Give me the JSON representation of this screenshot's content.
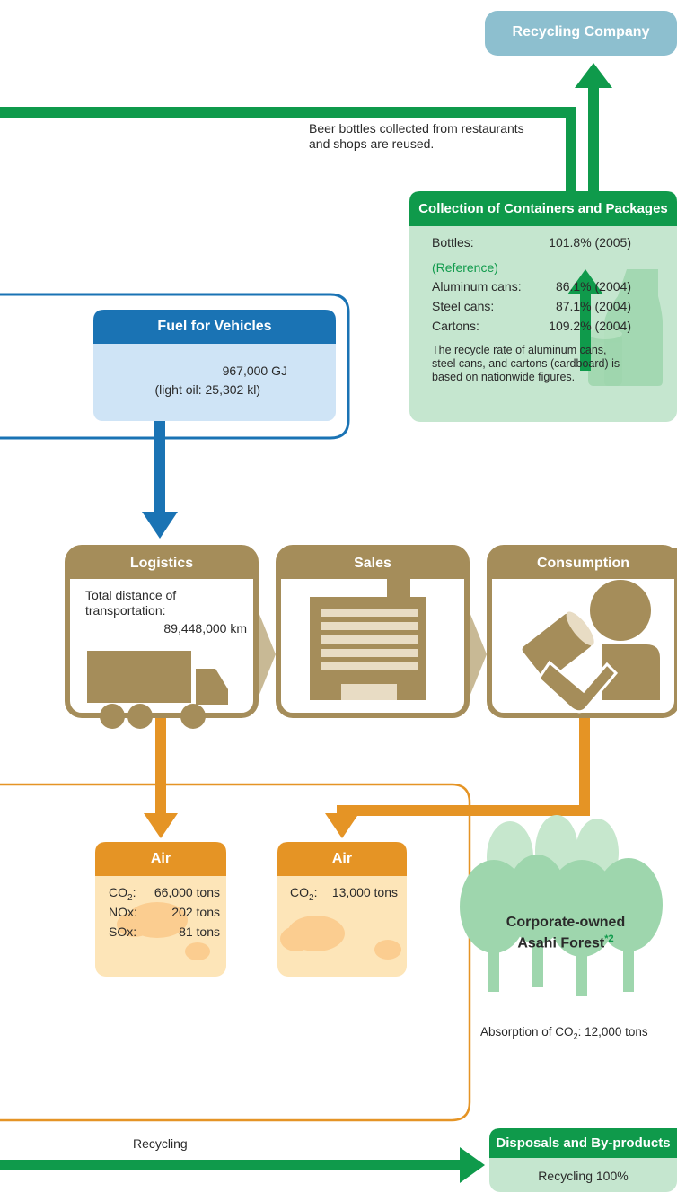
{
  "recycling_company": {
    "label": "Recycling Company"
  },
  "beer_note": {
    "line1": "Beer bottles collected from restaurants",
    "line2": "and shops are reused."
  },
  "collection": {
    "title": "Collection of Containers and Packages",
    "bottles": {
      "label": "Bottles:",
      "value": "101.8% (2005)"
    },
    "reference_label": "(Reference)",
    "items": [
      {
        "label": "Aluminum cans:",
        "value": "86.1% (2004)"
      },
      {
        "label": "Steel cans:",
        "value": "87.1% (2004)"
      },
      {
        "label": "Cartons:",
        "value": "109.2% (2004)"
      }
    ],
    "note": [
      "The recycle rate of aluminum cans,",
      "steel cans, and cartons (cardboard) is",
      "based on nationwide figures."
    ]
  },
  "fuel": {
    "title": "Fuel for Vehicles",
    "line1": "967,000 GJ",
    "line2": "(light oil: 25,302 kl)"
  },
  "logistics": {
    "title": "Logistics",
    "line1": "Total distance of",
    "line2": "transportation:",
    "value": "89,448,000 km"
  },
  "sales": {
    "title": "Sales"
  },
  "consumption": {
    "title": "Consumption"
  },
  "air1": {
    "title": "Air",
    "rows": [
      {
        "label": "CO",
        "sub": "2",
        "suffix": ":",
        "value": "66,000 tons"
      },
      {
        "label": "NOx:",
        "sub": "",
        "suffix": "",
        "value": "202 tons"
      },
      {
        "label": "SOx:",
        "sub": "",
        "suffix": "",
        "value": "81 tons"
      }
    ]
  },
  "air2": {
    "title": "Air",
    "label": "CO",
    "sub": "2",
    "suffix": ":",
    "value": "13,000 tons"
  },
  "forest": {
    "line1": "Corporate-owned",
    "line2": "Asahi Forest",
    "footnote": "*2",
    "absorption_prefix": "Absorption of CO",
    "absorption_sub": "2",
    "absorption_suffix": ": 12,000 tons"
  },
  "recycling_label": "Recycling",
  "disposals": {
    "title": "Disposals and By-products",
    "value": "Recycling 100%"
  },
  "colors": {
    "green": "#0f9a4b",
    "blue": "#1a73b4",
    "orange": "#e59425",
    "brown": "#a58d5a",
    "light_blue_box": "#cfe4f6",
    "light_green_box": "#c5e6cf",
    "light_orange_box": "#fde5b8",
    "tree": "#9ed6ad",
    "tree_light": "#c6e7cd",
    "recycling_company": "#8dbfcf"
  }
}
